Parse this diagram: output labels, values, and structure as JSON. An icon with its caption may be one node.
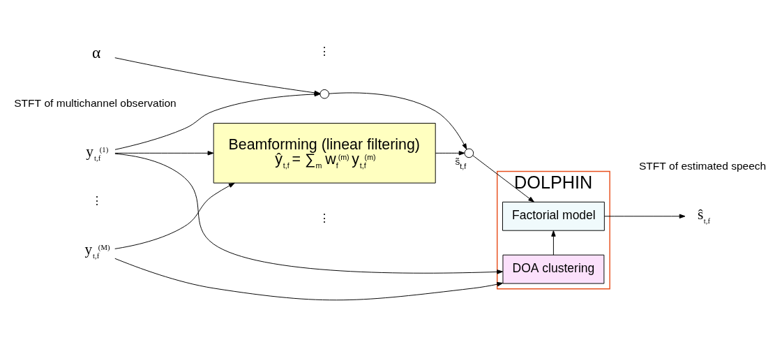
{
  "diagram": {
    "nodes": [
      {
        "text": [
          "y$_{t,f}$$^{(1)}$"
        ]
      },
      {
        "text": [
          "y$_{t,f}$$^{(M)}$"
        ]
      },
      {
        "text": [
          "Beamforming (linear filtering)",
          "ŷ$_{t,f}$ = ∑$_{m}$ w$_{f}$$^{(m)}$ y$_{t,f}$$^{(m)}$"
        ]
      },
      {
        "text": [],
        "shape": "circle",
        "beside": [
          "s̃$_{t,f}$"
        ]
      },
      {
        "text": [
          "α"
        ]
      },
      {
        "text": [],
        "shape": "circle"
      },
      {
        "text": [
          "DOLPHIN"
        ]
      },
      {
        "text": [
          "Factorial model"
        ],
        "in": 6
      },
      {
        "text": [
          "DOA clustering"
        ],
        "in": 6
      },
      {
        "text": [
          "ŝ$_{t,f}$"
        ]
      }
    ],
    "edges": [
      {
        "from": 0,
        "to": 2,
        "arrow": "to"
      },
      {
        "from": 1,
        "to": 2,
        "arrow": "to"
      },
      {
        "from": 2,
        "to": 3,
        "arrow": "to"
      },
      {
        "from": 4,
        "to": 5,
        "arrow": "to"
      },
      {
        "from": 0,
        "to": 5,
        "arrow": "to"
      },
      {
        "from": 5,
        "to": 3,
        "arrow": "to"
      },
      {
        "from": 3,
        "to": 7,
        "arrow": "to"
      },
      {
        "from": 0,
        "to": 8,
        "arrow": "to"
      },
      {
        "from": 1,
        "to": 8,
        "arrow": "to"
      },
      {
        "from": 8,
        "to": 7,
        "arrow": "to"
      },
      {
        "from": 7,
        "to": 9,
        "arrow": "to"
      }
    ],
    "labels": [
      "STFT of multichannel observation",
      "STFT of estimated speech",
      "⋮",
      "⋮",
      "⋮"
    ]
  }
}
